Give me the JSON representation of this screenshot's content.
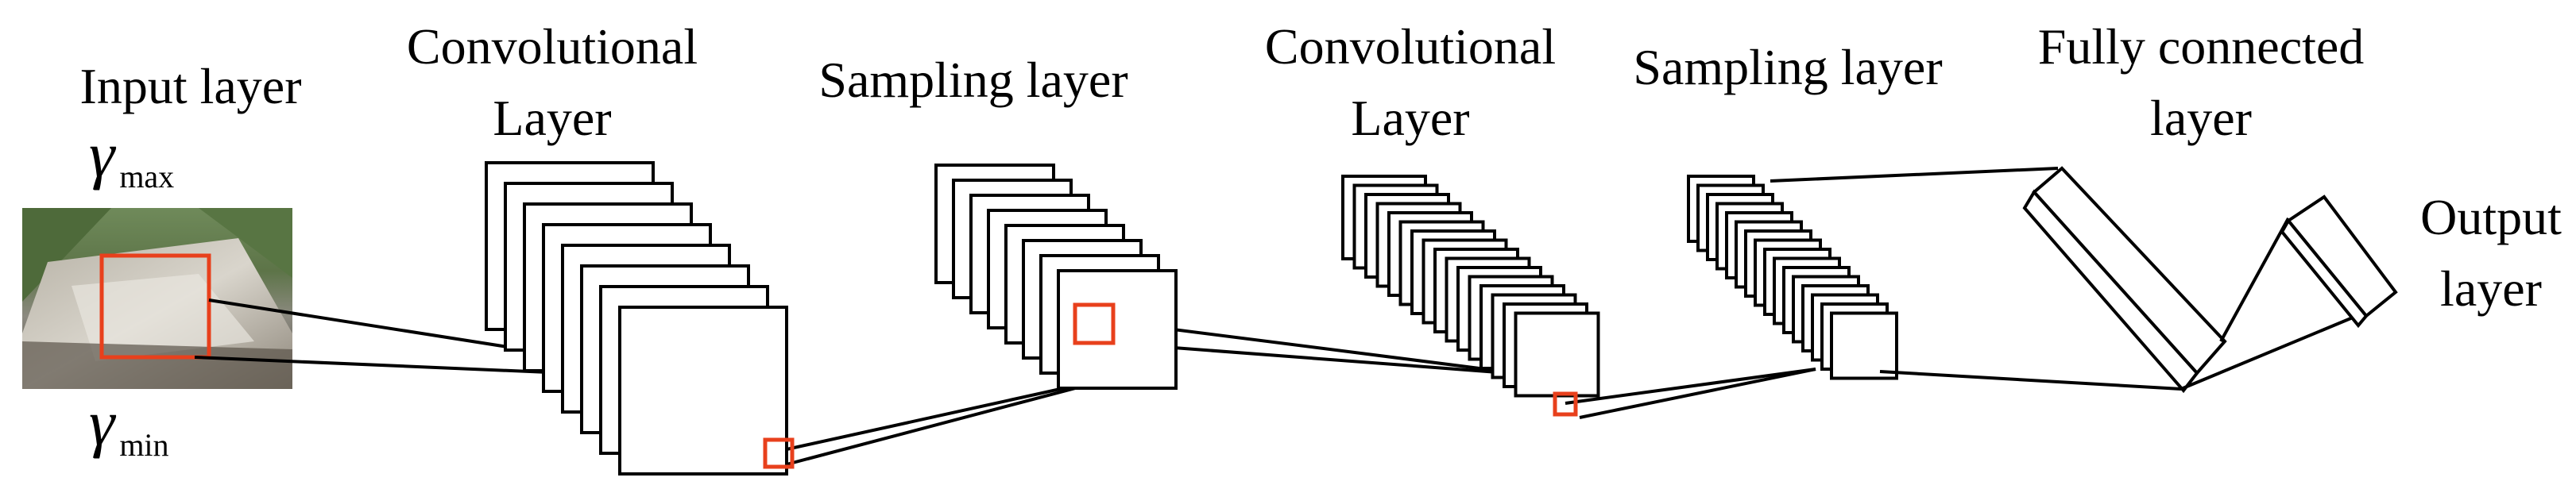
{
  "labels": {
    "input_layer": "Input layer",
    "conv1_line1": "Convolutional",
    "conv1_line2": "Layer",
    "sampling1": "Sampling layer",
    "conv2_line1": "Convolutional",
    "conv2_line2": "Layer",
    "sampling2": "Sampling layer",
    "fc_line1": "Fully connected",
    "fc_line2": "layer",
    "output_line1": "Output",
    "output_line2": "layer"
  },
  "symbols": {
    "gamma": "γ",
    "max_sub": "max",
    "min_sub": "min"
  },
  "colors": {
    "receptive_field": "#e8401c",
    "stroke": "#000000"
  },
  "image": {
    "description_icon": "landslide-photo"
  }
}
